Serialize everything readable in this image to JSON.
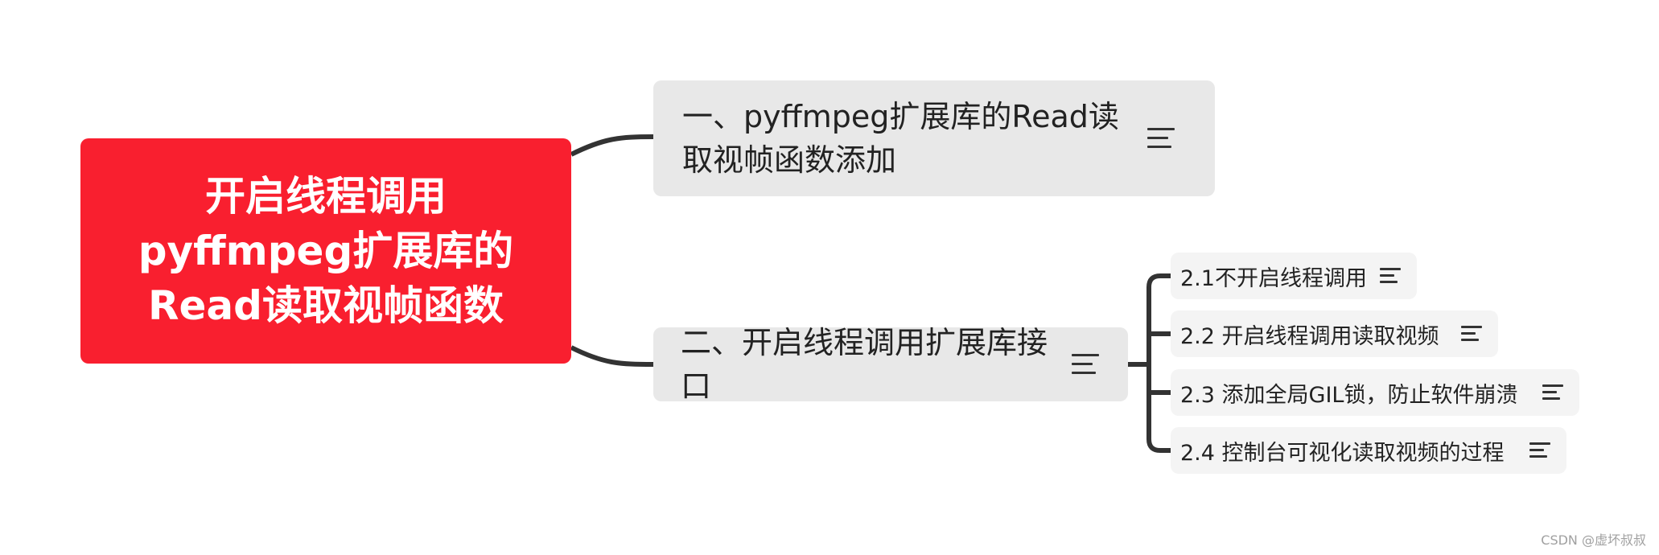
{
  "root": {
    "title": "开启线程调用\npyffmpeg扩展库的\nRead读取视帧函数",
    "color": "#f91f2f"
  },
  "topics": [
    {
      "label": "一、pyffmpeg扩展库的Read读取视帧函数添加",
      "icon": "notes-icon"
    },
    {
      "label": "二、开启线程调用扩展库接口",
      "icon": "notes-icon"
    }
  ],
  "subtopics": [
    {
      "label": "2.1不开启线程调用",
      "icon": "notes-icon"
    },
    {
      "label": "2.2 开启线程调用读取视频",
      "icon": "notes-icon"
    },
    {
      "label": "2.3 添加全局GIL锁，防止软件崩溃",
      "icon": "notes-icon"
    },
    {
      "label": "2.4 控制台可视化读取视频的过程",
      "icon": "notes-icon"
    }
  ],
  "watermark": "CSDN @虚坏叔叔",
  "colors": {
    "connector": "#333333",
    "topic_bg": "#e8e8e8",
    "subtopic_bg": "#f4f4f4"
  }
}
